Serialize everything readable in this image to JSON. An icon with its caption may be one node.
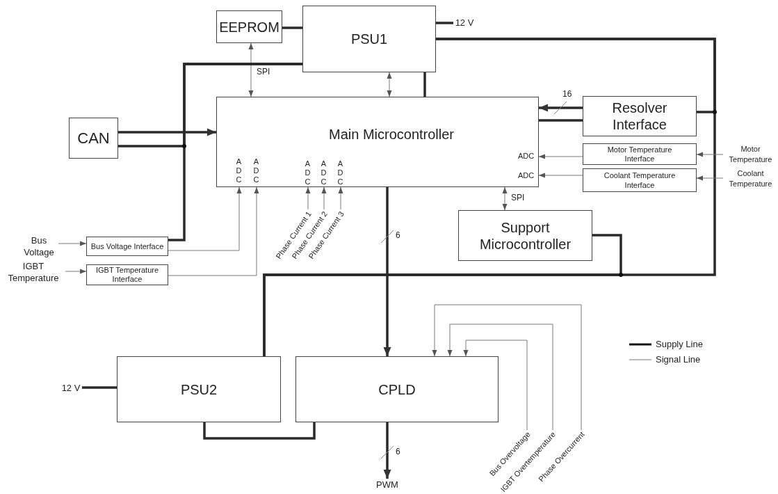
{
  "diagram": {
    "nodes": [
      {
        "text": [
          "EEPROM"
        ]
      },
      {
        "text": [
          "PSU1"
        ]
      },
      {
        "text": [
          "12 V"
        ]
      },
      {
        "text": [
          "CAN"
        ]
      },
      {
        "text": [
          "Main Microcontroller"
        ]
      },
      {
        "text": [
          "Resolver Interface"
        ]
      },
      {
        "text": [
          "Motor Temperature Interface"
        ]
      },
      {
        "text": [
          "Motor Temperature"
        ]
      },
      {
        "text": [
          "Coolant Temperature Interface"
        ]
      },
      {
        "text": [
          "Coolant Temperature"
        ]
      },
      {
        "text": [
          "Support Microcontroller"
        ]
      },
      {
        "text": [
          "Bus Voltage"
        ]
      },
      {
        "text": [
          "Bus Voltage Interface"
        ]
      },
      {
        "text": [
          "IGBT Temperature"
        ]
      },
      {
        "text": [
          "IGBT Temperature Interface"
        ]
      },
      {
        "text": [
          "Phase Current 1"
        ]
      },
      {
        "text": [
          "Phase Current 2"
        ]
      },
      {
        "text": [
          "Phase Current 3"
        ]
      },
      {
        "text": [
          "12 V"
        ]
      },
      {
        "text": [
          "PSU2"
        ]
      },
      {
        "text": [
          "CPLD"
        ]
      },
      {
        "text": [
          "PWM"
        ]
      },
      {
        "text": [
          "Bus Overvoltage"
        ]
      },
      {
        "text": [
          "IGBT Overtemperature"
        ]
      },
      {
        "text": [
          "Phase Overcurrent"
        ]
      }
    ],
    "edges": [
      {
        "from": 0,
        "to": 1,
        "arrow": "none",
        "style": "thick"
      },
      {
        "from": 0,
        "to": 4,
        "arrow": "both",
        "label": "SPI"
      },
      {
        "from": 1,
        "to": 4,
        "arrow": "both"
      },
      {
        "from": 1,
        "to": 4,
        "arrow": "none",
        "style": "thick"
      },
      {
        "from": 3,
        "to": 4,
        "arrow": "to",
        "style": "thick"
      },
      {
        "from": 3,
        "to": 1,
        "arrow": "none",
        "style": "thick"
      },
      {
        "from": 12,
        "to": 1,
        "arrow": "none",
        "style": "thick"
      },
      {
        "from": 1,
        "to": 5,
        "arrow": "none",
        "style": "thick"
      },
      {
        "from": 1,
        "to": 19,
        "arrow": "none",
        "style": "thick"
      },
      {
        "from": 10,
        "to": 19,
        "arrow": "none",
        "style": "thick"
      },
      {
        "from": 5,
        "to": 4,
        "arrow": "to",
        "style": "thick",
        "label": "16"
      },
      {
        "from": 5,
        "to": 4,
        "arrow": "none",
        "style": "thick"
      },
      {
        "from": 6,
        "to": 4,
        "arrow": "to"
      },
      {
        "from": 8,
        "to": 4,
        "arrow": "to"
      },
      {
        "from": 7,
        "to": 6,
        "arrow": "to"
      },
      {
        "from": 9,
        "to": 8,
        "arrow": "to"
      },
      {
        "from": 4,
        "to": 10,
        "arrow": "both",
        "label": "SPI"
      },
      {
        "from": 4,
        "to": 20,
        "arrow": "to",
        "style": "thick",
        "label": "6"
      },
      {
        "from": 20,
        "to": 21,
        "arrow": "to",
        "style": "thick",
        "label": "6"
      },
      {
        "from": 19,
        "to": 20,
        "arrow": "none",
        "style": "thick"
      },
      {
        "from": 2,
        "to": 1,
        "arrow": "none",
        "style": "thick"
      },
      {
        "from": 18,
        "to": 19,
        "arrow": "none",
        "style": "thick"
      },
      {
        "from": 11,
        "to": 12,
        "arrow": "to"
      },
      {
        "from": 13,
        "to": 14,
        "arrow": "to"
      },
      {
        "from": 12,
        "to": 4,
        "arrow": "to"
      },
      {
        "from": 14,
        "to": 4,
        "arrow": "to"
      },
      {
        "from": 15,
        "to": 4,
        "arrow": "to"
      },
      {
        "from": 16,
        "to": 4,
        "arrow": "to"
      },
      {
        "from": 17,
        "to": 4,
        "arrow": "to"
      },
      {
        "from": 22,
        "to": 20,
        "arrow": "to"
      },
      {
        "from": 23,
        "to": 20,
        "arrow": "to"
      },
      {
        "from": 24,
        "to": 20,
        "arrow": "to"
      }
    ],
    "labels": [
      "ADC",
      "ADC",
      "ADC",
      "ADC",
      "ADC",
      "ADC",
      "ADC"
    ],
    "legend": [
      {
        "text": "Supply Line"
      },
      {
        "text": "Signal Line"
      }
    ]
  }
}
